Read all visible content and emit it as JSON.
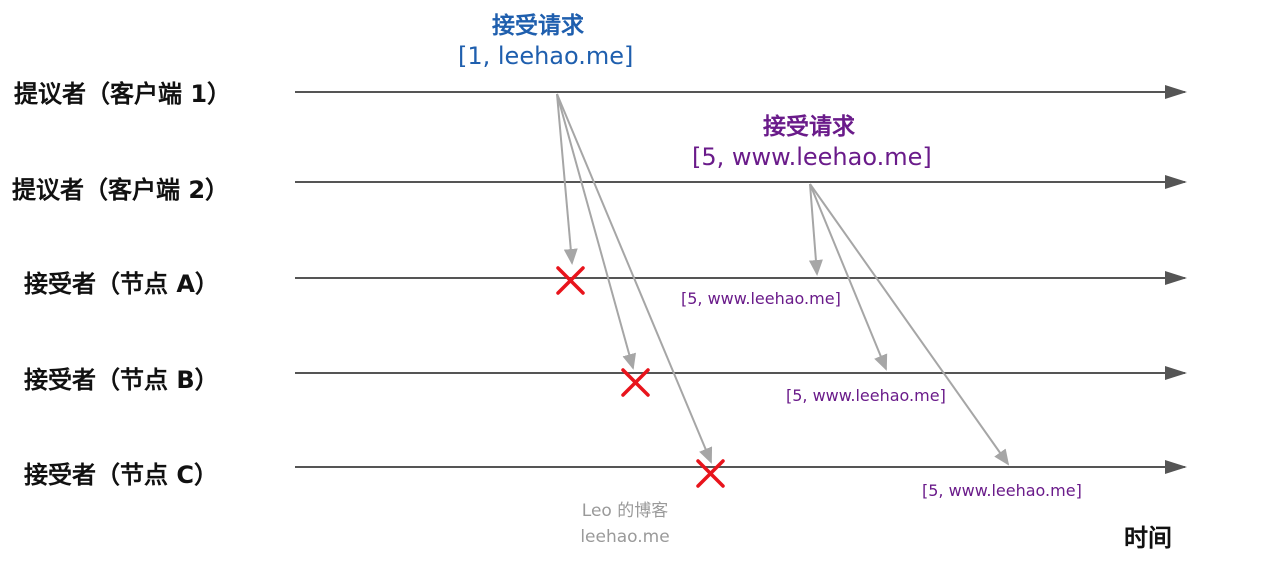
{
  "lanes": [
    {
      "label": "提议者（客户端 1）"
    },
    {
      "label": "提议者（客户端 2）"
    },
    {
      "label": "接受者（节点 A）"
    },
    {
      "label": "接受者（节点 B）"
    },
    {
      "label": "接受者（节点 C）"
    }
  ],
  "requests": [
    {
      "title": "接受请求",
      "value": "[1, leehao.me]",
      "color": "#1f5fae"
    },
    {
      "title": "接受请求",
      "value": "[5, www.leehao.me]",
      "color": "#6a1b8a"
    }
  ],
  "accepted_labels": [
    {
      "text": "[5, www.leehao.me]"
    },
    {
      "text": "[5, www.leehao.me]"
    },
    {
      "text": "[5, www.leehao.me]"
    }
  ],
  "watermark": {
    "line1": "Leo 的博客",
    "line2": "leehao.me"
  },
  "time_axis_label": "时间",
  "colors": {
    "timeline": "#555555",
    "message": "#a6a6a6",
    "reject": "#e8141c"
  }
}
